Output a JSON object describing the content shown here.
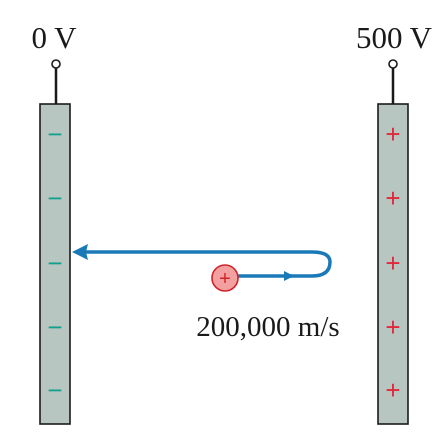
{
  "left_plate": {
    "voltage_label": "0 V",
    "charge_symbol": "−",
    "charge_count": 5
  },
  "right_plate": {
    "voltage_label": "500 V",
    "charge_symbol": "+",
    "charge_count": 5
  },
  "particle": {
    "charge_symbol": "+",
    "speed_label": "200,000 m/s"
  },
  "colors": {
    "plate_fill": "#b8c6c2",
    "plate_stroke": "#1a1a1a",
    "negative_charge": "#12a08a",
    "positive_charge": "#e0283c",
    "particle_fill": "#f2a0a0",
    "particle_stroke": "#d2232a",
    "trajectory": "#1a7ab8",
    "text": "#1a1a1a"
  }
}
